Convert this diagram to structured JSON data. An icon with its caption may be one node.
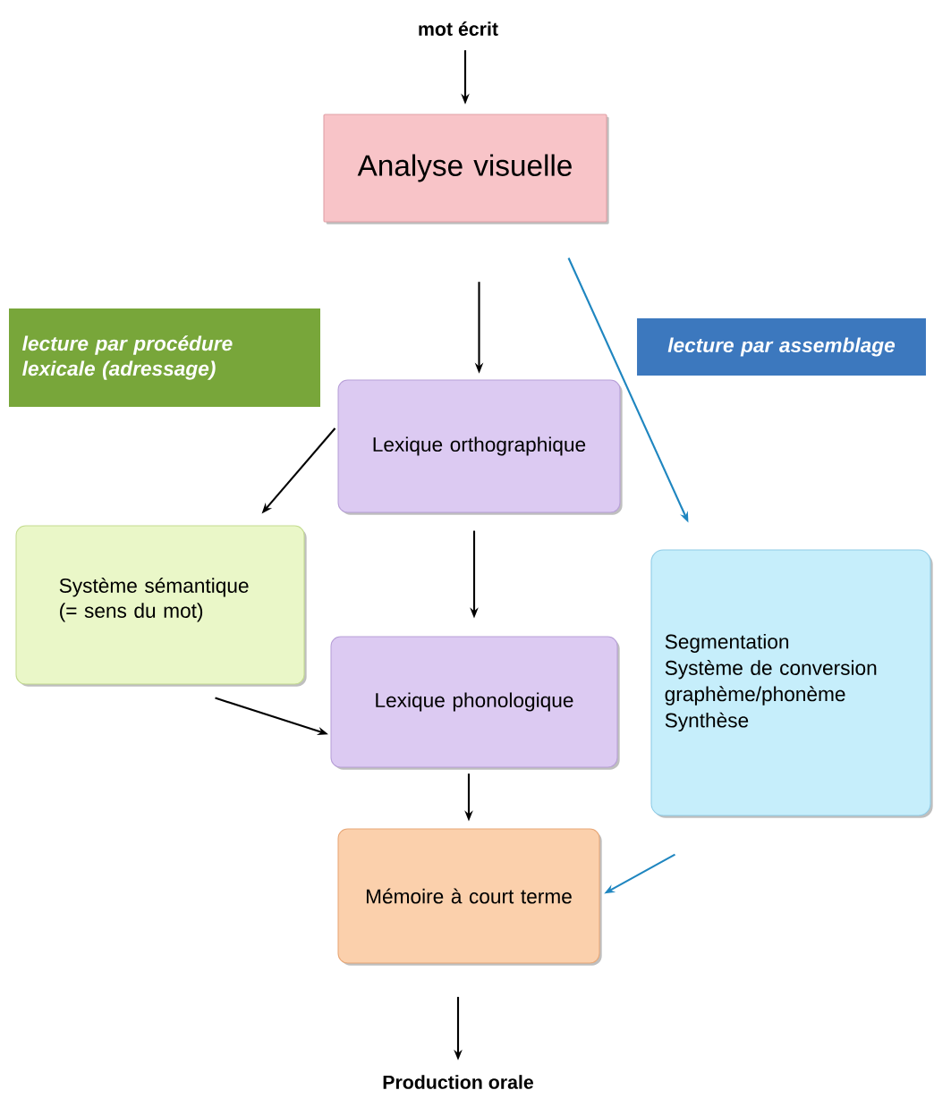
{
  "diagram": {
    "nodes": [
      {
        "text": [
          "mot écrit"
        ]
      },
      {
        "text": [
          "Analyse visuelle"
        ]
      },
      {
        "text": [
          "lecture par procédure lexicale (adressage)"
        ]
      },
      {
        "text": [
          "lecture par assemblage"
        ]
      },
      {
        "text": [
          "Lexique orthographique"
        ]
      },
      {
        "text": [
          "Système sémantique (= sens du mot)"
        ]
      },
      {
        "text": [
          "Segmentation",
          "Système de conversion graphème/phonème",
          "Synthèse"
        ]
      },
      {
        "text": [
          "Lexique phonologique"
        ]
      },
      {
        "text": [
          "Mémoire à court terme"
        ]
      },
      {
        "text": [
          "Production orale"
        ]
      }
    ],
    "edges": [
      {
        "from": 0,
        "to": 1,
        "arrow": "to"
      },
      {
        "from": 1,
        "to": 4,
        "arrow": "to"
      },
      {
        "from": 1,
        "to": 6,
        "arrow": "to",
        "color": "#1f86c0"
      },
      {
        "from": 4,
        "to": 5,
        "arrow": "to"
      },
      {
        "from": 4,
        "to": 7,
        "arrow": "to"
      },
      {
        "from": 5,
        "to": 7,
        "arrow": "to"
      },
      {
        "from": 7,
        "to": 8,
        "arrow": "to"
      },
      {
        "from": 6,
        "to": 8,
        "arrow": "to",
        "color": "#1f86c0"
      },
      {
        "from": 8,
        "to": 9,
        "arrow": "to"
      }
    ]
  }
}
